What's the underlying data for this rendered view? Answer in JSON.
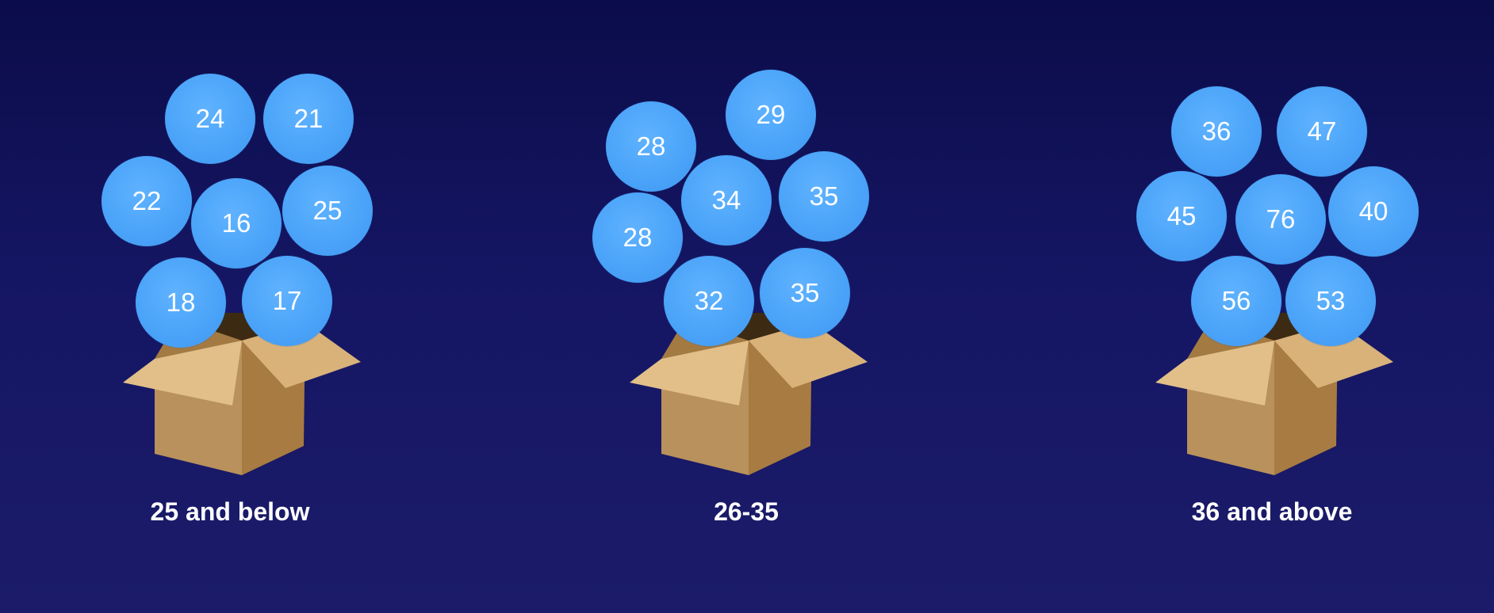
{
  "colors": {
    "background_top": "#0b0c4a",
    "background_bottom": "#1b1b6a",
    "ball": "#4aa3f8",
    "box": "#b8915c",
    "text": "#ffffff"
  },
  "groups": [
    {
      "label": "25 and below",
      "values": [
        "24",
        "21",
        "22",
        "16",
        "25",
        "18",
        "17"
      ]
    },
    {
      "label": "26-35",
      "values": [
        "29",
        "28",
        "34",
        "35",
        "28",
        "32",
        "35"
      ]
    },
    {
      "label": "36 and above",
      "values": [
        "36",
        "47",
        "45",
        "76",
        "40",
        "56",
        "53"
      ]
    }
  ]
}
